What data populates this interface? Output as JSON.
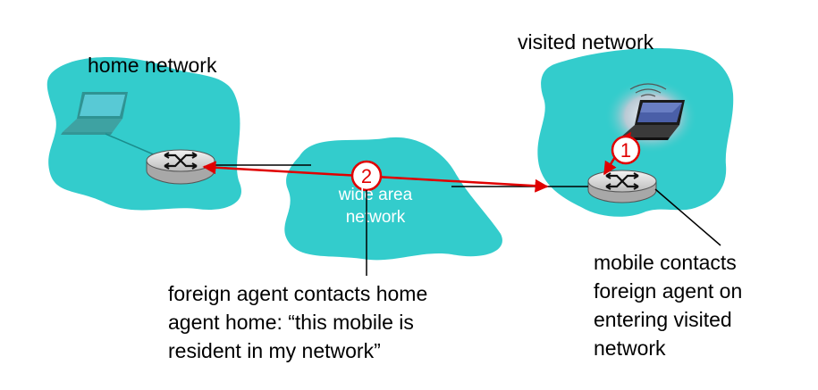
{
  "home_network": {
    "label": "home network"
  },
  "visited_network": {
    "label": "visited network"
  },
  "wide_area_network": {
    "label_line1": "wide area",
    "label_line2": "network"
  },
  "steps": [
    {
      "number": "1"
    },
    {
      "number": "2"
    }
  ],
  "callouts": {
    "foreign_agent": {
      "lines": [
        "foreign agent contacts home",
        "agent home: “this mobile is",
        "resident in my network”"
      ]
    },
    "mobile": {
      "lines": [
        "mobile contacts",
        "foreign agent on",
        "entering visited",
        "network"
      ]
    }
  },
  "colors": {
    "cloud": "#33cccc",
    "arrow": "#e00000",
    "router_body": "#d8d8d8",
    "text": "#000000"
  }
}
